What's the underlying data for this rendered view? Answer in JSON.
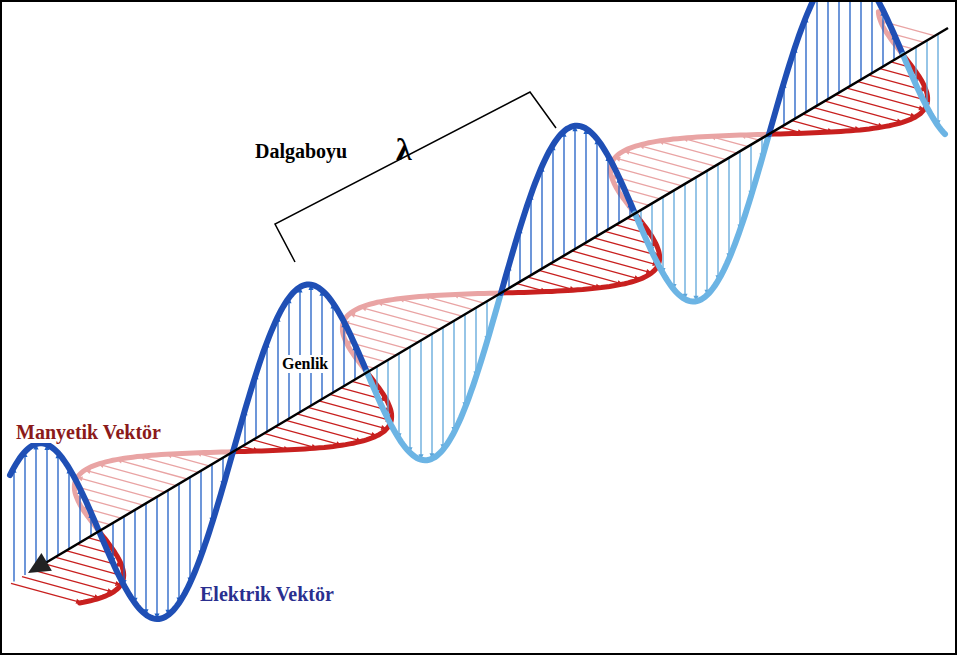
{
  "diagram": {
    "labels": [
      "Dalgaboyu",
      "λ",
      "Genlik",
      "Manyetik Vektör",
      "Elektrik Vektör"
    ]
  }
}
